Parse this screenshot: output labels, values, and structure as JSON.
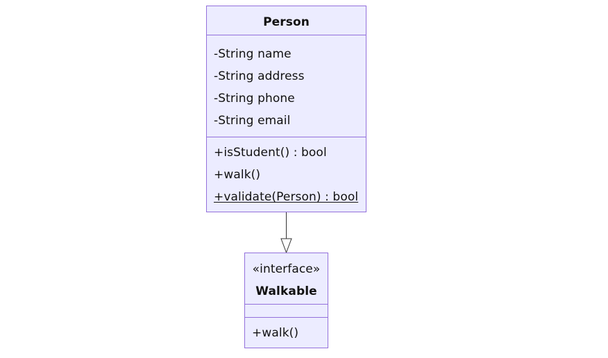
{
  "diagram": {
    "classes": [
      {
        "id": "person",
        "name": "Person",
        "attributes": [
          "-String name",
          "-String address",
          "-String phone",
          "-String email"
        ],
        "methods": [
          "+isStudent() : bool",
          "+walk()",
          "+validate(Person) : bool"
        ]
      },
      {
        "id": "walkable",
        "stereotype": "«interface»",
        "name": "Walkable",
        "attributes": [],
        "methods": [
          "+walk()"
        ]
      }
    ],
    "relationships": [
      {
        "from": "Person",
        "to": "Walkable",
        "type": "realization"
      }
    ]
  },
  "colors": {
    "box_fill": "#ececff",
    "box_border": "#9370db",
    "line": "#333333",
    "text": "#111111"
  }
}
